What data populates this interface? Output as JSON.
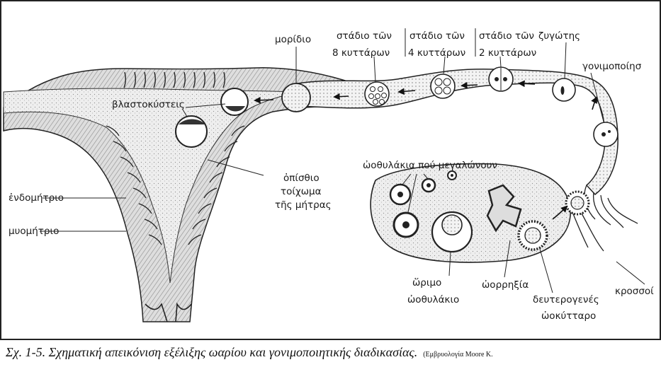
{
  "labels": {
    "moridio": "μορίδιο",
    "stage8_a": "στάδιο τῶν",
    "stage8_b": "8 κυττάρων",
    "stage4_a": "στάδιο τῶν",
    "stage4_b": "4 κυττάρων",
    "stage2_a": "στάδιο τῶν",
    "stage2_b": "2 κυττάρων",
    "zygote": "ζυγώτης",
    "fertilization": "γονιμοποίησ",
    "blastocysts": "βλαστοκύστεις",
    "back_wall_a": "ὀπίσθιο",
    "back_wall_b": "τοίχωμα",
    "back_wall_c": "τῆς μήτρας",
    "endometrium": "ἐνδομήτριο",
    "myometrium": "μυομήτριο",
    "growing_follicles": "ὠοθυλάκια πού μεγαλώνουν",
    "mature_follicle_a": "ὥριμο",
    "mature_follicle_b": "ὠοθυλάκιο",
    "ovulation": "ὠορρηξία",
    "secondary_oocyte_a": "δευτερογενές",
    "secondary_oocyte_b": "ὠοκύτταρο",
    "fimbriae": "κροσσοί"
  },
  "caption": {
    "text": "Σχ. 1-5. Σχηματική απεικόνιση  εξέλιξης ωαρίου και γονιμοποιητικής διαδικασίας.",
    "source": "(Εμβρυολογία Moore K."
  }
}
